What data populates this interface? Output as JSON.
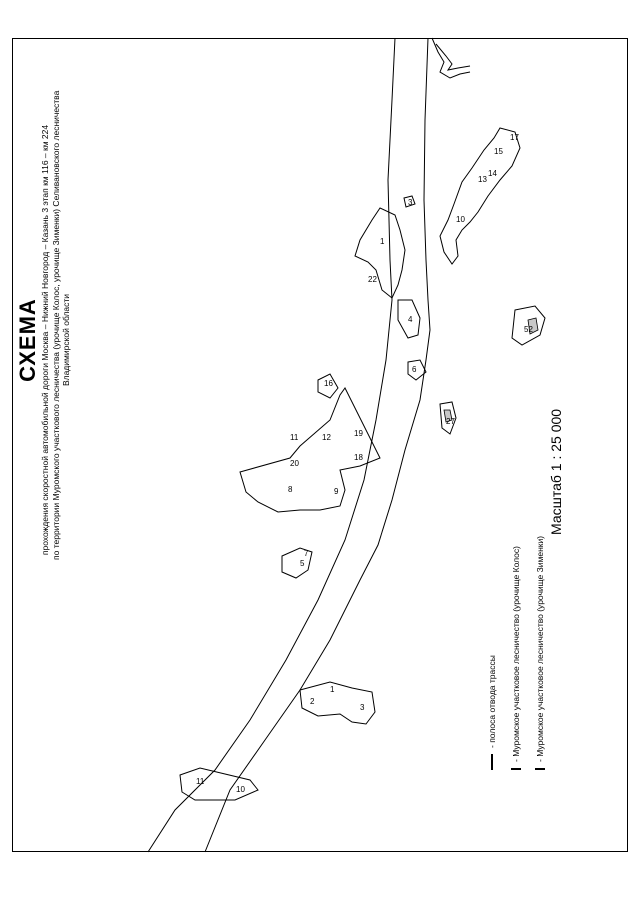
{
  "title": "СХЕМА",
  "subtitle": [
    "прохождения скоростной автомобильной дороги Москва – Нижний Новгород – Казань  3 этап км 116 – км 224",
    "по территории Муромского участкового лесничества (урочище Колос, урочище Зименки) Селивановского лесничества",
    "Владимирской области"
  ],
  "scale": "Масштаб 1 : 25 000",
  "legend": [
    {
      "icon": "line",
      "label": "- полоса отвода трассы"
    },
    {
      "icon": "white-box",
      "label": "- Муромское участковое лесничество (урочище Колос)"
    },
    {
      "icon": "grey-box",
      "label": "- Муромское участковое лесничество (урочище Зименки)"
    }
  ],
  "parcel_labels": [
    "1",
    "2",
    "3",
    "4",
    "5",
    "6",
    "7",
    "8",
    "9",
    "10",
    "11",
    "12",
    "13",
    "14",
    "15",
    "16",
    "17",
    "18",
    "19",
    "20",
    "22",
    "27",
    "52"
  ],
  "colors": {
    "line": "#000000",
    "zimenki_fill": "#c8c8c8"
  }
}
